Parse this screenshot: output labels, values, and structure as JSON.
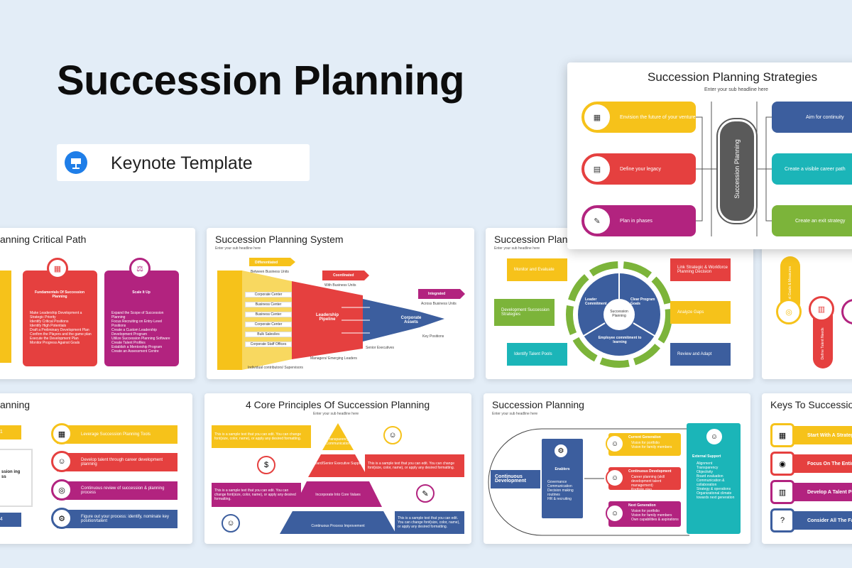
{
  "hero": {
    "title": "Succession Planning",
    "badge_label": "Keynote Template"
  },
  "colors": {
    "background": "#e3edf7",
    "yellow": "#f6c21a",
    "red": "#e5403f",
    "magenta": "#b2237f",
    "blue": "#3c5e9e",
    "teal": "#1bb5b8",
    "green": "#7cb43a",
    "dark": "#555555"
  },
  "card_strategies": {
    "title": "Succession Planning Strategies",
    "subtitle": "Enter your sub headline here",
    "left_items": [
      "Envision the future of your venture",
      "Define your legacy",
      "Plan in phases"
    ],
    "right_items": [
      "Aim for continuity",
      "Create a visible career path",
      "Create an exit strategy"
    ],
    "center": "Succession Planning"
  },
  "card_critical_path": {
    "title": "anning Critical Path",
    "col1_title": "Fundamentals Of Succession Planning",
    "col1_items": [
      "Make Leadership Development a Strategic Priority",
      "Identify Critical Positions",
      "Identify High Potentials",
      "Draft a Preliminary Development Plan",
      "Confirm the Players and the game plan",
      "Execute the Development Plan",
      "Monitor Progress Against Goals"
    ],
    "col2_title": "Scale It Up",
    "col2_items": [
      "Expand the Scope of Succession Planning",
      "Focus Recruiting on Entry-Level Positions",
      "Create a Custom Leadership Development Program",
      "Utilize Succession Planning Software",
      "Create Talent Profiles",
      "Establish a Mentorship Program",
      "Create an Assessment Centre"
    ]
  },
  "card_system": {
    "title": "Succession Planning System",
    "subtitle": "Enter your sub headline here",
    "arrows": [
      "Differentiated",
      "Coordinated",
      "Integrated"
    ],
    "arrow_notes": [
      "Between Business Units",
      "With Business Units",
      "Across Business Units"
    ],
    "centers": [
      "Corporate Center",
      "Business Center",
      "Business Center",
      "Corporate Center",
      "Bulk Sales/ies",
      "Corporate Staff Offices"
    ],
    "pipeline": "Leadership Pipeline",
    "assets": "Corporate Assets",
    "notes": [
      "Key Positions",
      "Senior Executives",
      "Managers/ Emerging Leaders",
      "Individual contributors/ Supervisors"
    ]
  },
  "card_cycle": {
    "title": "Succession Plan",
    "subtitle": "Enter your sub headline here",
    "boxes": [
      "Monitor and Evaluate",
      "Link Strategic & Workforce Planning Decision",
      "Development Succession Strategies",
      "Analyze Gaps",
      "Identify Talent Pools",
      "Review and Adapt"
    ],
    "center": "Succession Planning",
    "segments": [
      "Leader Commitment",
      "Clear Program Goals",
      "Employee commitment to learning"
    ]
  },
  "card_partial_right": {
    "items": [
      "Set Goals & Measures",
      "Define Talent Needs"
    ]
  },
  "card_left_bottom": {
    "title": "anning",
    "items": [
      "Leverage Succession Planning Tools",
      "Develop talent through career development planning",
      "Continuous review of succession & planning process",
      "Figure out your process: identify, nominate key position/talent"
    ],
    "hex": "ssion ing ss",
    "nums": [
      "01",
      "04"
    ]
  },
  "card_principles": {
    "title": "4 Core Principles Of Succession Planning",
    "subtitle": "Enter your sub headline here",
    "levels": [
      "Transparency Communication",
      "Board/Senior Executive Support",
      "Incorporate Into Core Values",
      "Continuous Process Improvement"
    ],
    "sample": "This is a sample text that you can edit. You can change font(size, color, name), or apply any desired formatting."
  },
  "card_generations": {
    "title": "Succession Planning",
    "subtitle": "Enter your sub headline here",
    "continuous": "Continuous Development",
    "enablers": "Enablers",
    "enabler_items": [
      "Governance",
      "Communication",
      "Decision making routines",
      "HR & recruiting"
    ],
    "gens": [
      {
        "title": "Current Generation",
        "lines": [
          "Vision for portfolio",
          "Vision for family members"
        ]
      },
      {
        "title": "Continuous Development",
        "lines": [
          "Career planning (skill development talent management)",
          "Portfolio plan"
        ]
      },
      {
        "title": "Next Generation",
        "lines": [
          "Vision for portfolio",
          "Vision for family members",
          "Own capabilities & aspirations"
        ]
      }
    ],
    "support_title": "External Support",
    "support_items": [
      "Alignment",
      "Transparency",
      "Objectivity",
      "Board evaluation",
      "Communication & collaboration",
      "Strategy & operations",
      "Organizational climate towards next generation"
    ]
  },
  "card_keys": {
    "title": "Keys To Successio",
    "items": [
      "Start With A Strategy",
      "Focus On The Entire O",
      "Develop A Talent Pipe",
      "Consider All The Fact"
    ]
  }
}
